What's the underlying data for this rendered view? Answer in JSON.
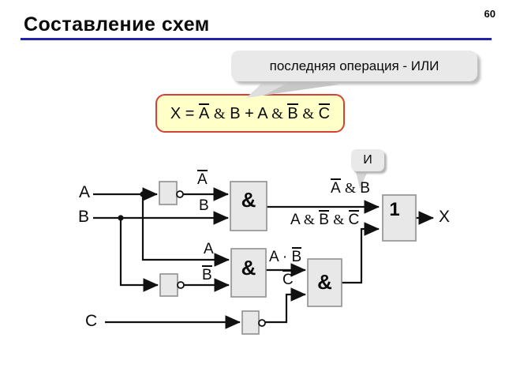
{
  "slide": {
    "title": "Составление схем",
    "page_number": "60"
  },
  "callouts": {
    "or_note": "последняя операция - ИЛИ",
    "and_note": "И"
  },
  "formula": "X = ~A~ & B + A & ~B~ & ~C~",
  "circuit": {
    "inputs": {
      "a": "A",
      "b": "B",
      "c": "C"
    },
    "output_label": "X",
    "gate_and_label": "&",
    "gate_or_label": "1",
    "wire_labels": {
      "not_a": "~A~",
      "b": "B",
      "a_branch": "A",
      "not_b": "~B~",
      "not_a_and_b": "~A~ & B",
      "a_and_not_b_and_not_c": "A & ~B~ & ~C~",
      "a_dot_not_b": "A · ~B~",
      "not_c": "~C~"
    }
  },
  "colors": {
    "header_rule": "#2323a7",
    "formula_border": "#d4403a",
    "formula_bg": "#ffffc8",
    "bubble_bg": "#e9e9e9",
    "bubble_tail": "#d6d6d6",
    "gate_fill": "#e8e8e8",
    "gate_border": "#8f8f8f",
    "wire": "#111111"
  }
}
